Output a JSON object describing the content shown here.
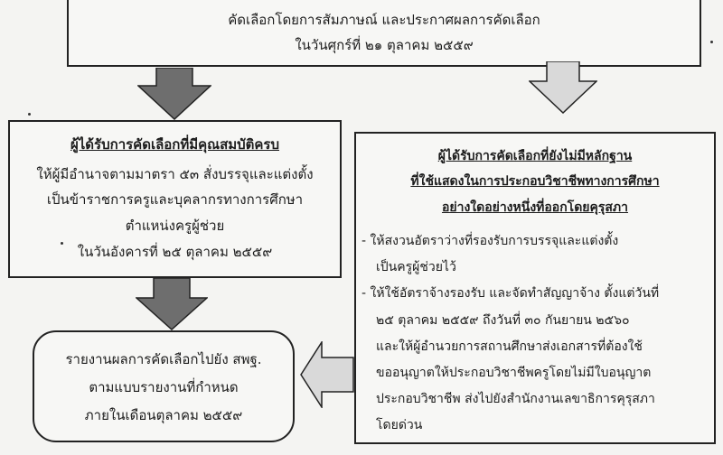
{
  "top_box": {
    "line1": "คัดเลือกโดยการสัมภาษณ์ และประกาศผลการคัดเลือก",
    "line2": "ในวันศุกร์ที่ ๒๑ ตุลาคม ๒๕๕๙"
  },
  "left_box": {
    "title": "ผู้ได้รับการคัดเลือกที่มีคุณสมบัติครบ",
    "line1": "ให้ผู้มีอำนาจตามมาตรา ๕๓ สั่งบรรจุและแต่งตั้ง",
    "line2": "เป็นข้าราชการครูและบุคลากรทางการศึกษา",
    "line3": "ตำแหน่งครูผู้ช่วย",
    "line4": "ในวันอังคารที่ ๒๕ ตุลาคม ๒๕๕๙"
  },
  "right_box": {
    "title1": "ผู้ได้รับการคัดเลือกที่ยังไม่มีหลักฐาน",
    "title2": "ที่ใช้แสดงในการประกอบวิชาชีพทางการศึกษา",
    "title3": "อย่างใดอย่างหนึ่งที่ออกโดยคุรุสภา",
    "b1_l1": "- ให้สงวนอัตราว่างที่รองรับการบรรจุและแต่งตั้ง",
    "b1_l2": "เป็นครูผู้ช่วยไว้",
    "b2_l1": "- ให้ใช้อัตราจ้างรองรับ และจัดทำสัญญาจ้าง ตั้งแต่วันที่",
    "b2_l2": "๒๕ ตุลาคม ๒๕๕๙ ถึงวันที่ ๓๐ กันยายน ๒๕๖๐",
    "b2_l3": "และให้ผู้อำนวยการสถานศึกษาส่งเอกสารที่ต้องใช้",
    "b2_l4": "ขออนุญาตให้ประกอบวิชาชีพครูโดยไม่มีใบอนุญาต",
    "b2_l5": "ประกอบวิชาชีพ ส่งไปยังสำนักงานเลขาธิการคุรุสภา",
    "b2_l6": "โดยด่วน"
  },
  "report_box": {
    "line1": "รายงานผลการคัดเลือกไปยัง สพฐ.",
    "line2": "ตามแบบรายงานที่กำหนด",
    "line3": "ภายในเดือนตุลาคม ๒๕๕๙"
  },
  "colors": {
    "arrow_dark": "#6e6e6e",
    "arrow_light": "#d9d9d9",
    "border": "#222222",
    "background": "#f4f4f2"
  }
}
